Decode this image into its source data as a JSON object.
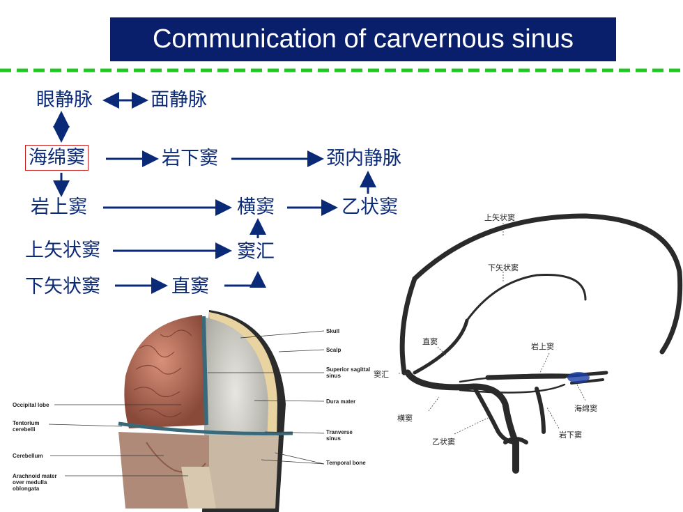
{
  "title": "Communication of carvernous sinus",
  "colors": {
    "title_bg": "#0a1f6b",
    "divider": "#1ec81e",
    "flow_text": "#0a2a78",
    "highlight_box": "#c81e1e"
  },
  "flowchart": {
    "nodes": {
      "ophthalmic_vein": "眼静脉",
      "facial_vein": "面静脉",
      "cavernous_sinus": "海绵窦",
      "inferior_petrosal_sinus": "岩下窦",
      "internal_jugular_vein": "颈内静脉",
      "superior_petrosal_sinus": "岩上窦",
      "transverse_sinus": "横窦",
      "sigmoid_sinus": "乙状窦",
      "superior_sagittal_sinus": "上矢状窦",
      "confluence_of_sinuses": "窦汇",
      "inferior_sagittal_sinus": "下矢状窦",
      "straight_sinus": "直窦"
    }
  },
  "dissection_photo": {
    "labels_right": [
      "Skull",
      "Scalp",
      "Superior sagittal sinus",
      "Dura mater",
      "Tranverse sinus",
      "Temporal bone"
    ],
    "labels_left": [
      "Occipital lobe",
      "Tentorium cerebelli",
      "Cerebellum",
      "Arachnoid mater over medulla oblongata"
    ]
  },
  "sinus_diagram": {
    "labels": {
      "superior_sagittal": "上矢状窦",
      "inferior_sagittal": "下矢状窦",
      "straight": "直窦",
      "superior_petrosal": "岩上窦",
      "confluence": "窦汇",
      "cavernous": "海绵窦",
      "transverse": "横窦",
      "sigmoid": "乙状窦",
      "inferior_petrosal": "岩下窦"
    }
  }
}
